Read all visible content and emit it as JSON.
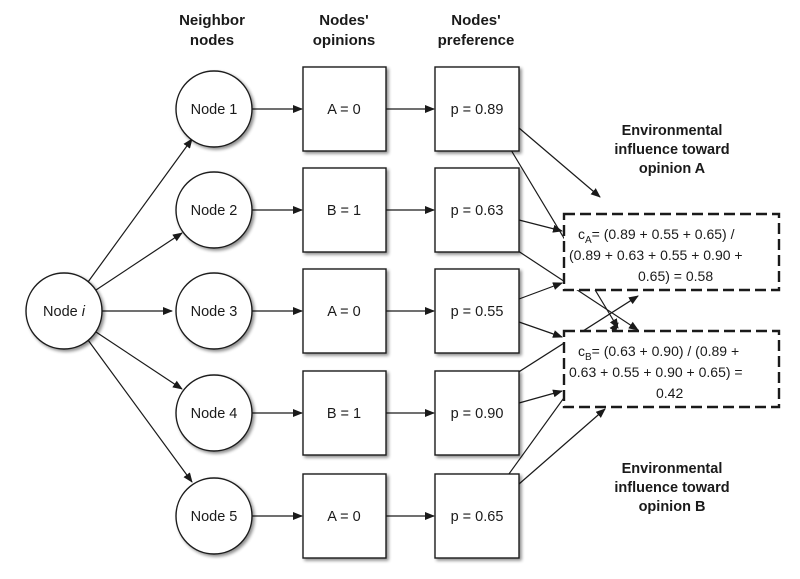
{
  "headers": {
    "neighbor": [
      "Neighbor",
      "nodes"
    ],
    "opinions": [
      "Nodes'",
      "opinions"
    ],
    "preference": [
      "Nodes'",
      "preference"
    ]
  },
  "source_node": {
    "label": "Node",
    "index": "i"
  },
  "neighbors": [
    {
      "label": "Node 1",
      "opinion": "A = 0",
      "preference": "p = 0.89"
    },
    {
      "label": "Node 2",
      "opinion": "B = 1",
      "preference": "p = 0.63"
    },
    {
      "label": "Node 3",
      "opinion": "A = 0",
      "preference": "p = 0.55"
    },
    {
      "label": "Node 4",
      "opinion": "B = 1",
      "preference": "p = 0.90"
    },
    {
      "label": "Node 5",
      "opinion": "A = 0",
      "preference": "p = 0.65"
    }
  ],
  "influence_a": {
    "title": [
      "Environmental",
      "influence toward",
      "opinion A"
    ],
    "symbol": "c",
    "subscript": "A",
    "formula": [
      "= (0.89 + 0.55 + 0.65) /",
      "(0.89 + 0.63 + 0.55 + 0.90 +",
      "0.65) = 0.58"
    ]
  },
  "influence_b": {
    "title": [
      "Environmental",
      "influence toward",
      "opinion B"
    ],
    "symbol": "c",
    "subscript": "B",
    "formula": [
      "= (0.63 + 0.90) / (0.89 +",
      "0.63 + 0.55 + 0.90 + 0.65) =",
      "0.42"
    ]
  }
}
